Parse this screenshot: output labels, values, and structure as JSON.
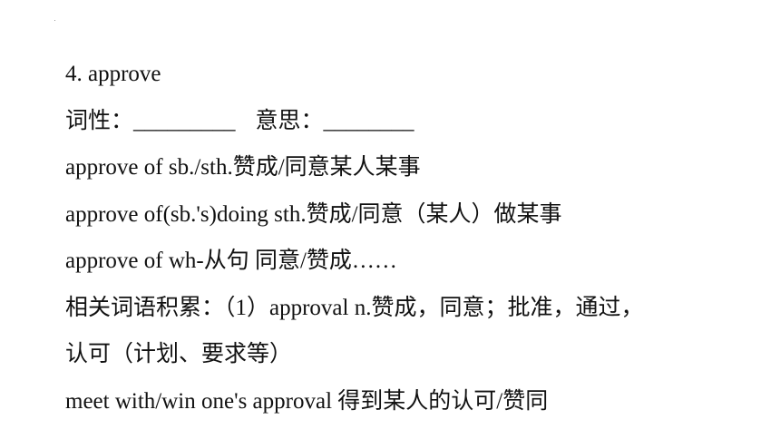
{
  "slide": {
    "heading": "4. approve",
    "pos_label": "词性：",
    "pos_blank": "_________",
    "meaning_label": "意思：",
    "meaning_blank": "________",
    "lines": [
      "approve of sb./sth.赞成/同意某人某事",
      "approve of(sb.'s)doing sth.赞成/同意（某人）做某事",
      "approve of wh-从句  同意/赞成……",
      "相关词语积累：（1）approval n.赞成，同意；批准，通过，",
      "认可（计划、要求等）",
      "meet with/win one's approval 得到某人的认可/赞同"
    ]
  }
}
